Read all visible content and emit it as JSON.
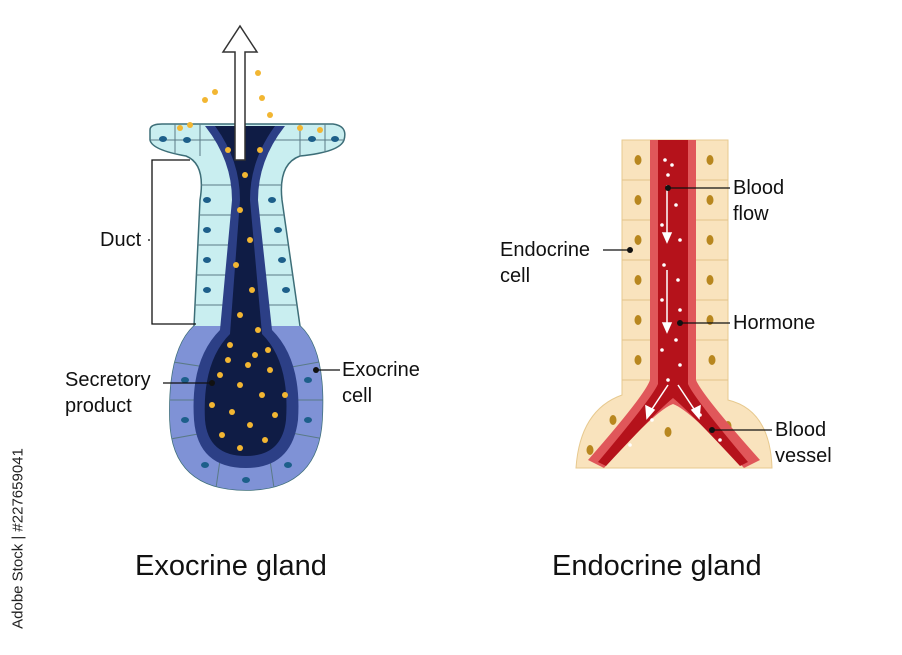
{
  "watermark": "Adobe Stock | #227659041",
  "exocrine": {
    "title": "Exocrine gland",
    "labels": {
      "duct": "Duct",
      "secretory_1": "Secretory",
      "secretory_2": "product",
      "cell_1": "Exocrine",
      "cell_2": "cell"
    }
  },
  "endocrine": {
    "title": "Endocrine gland",
    "labels": {
      "cell_1": "Endocrine",
      "cell_2": "cell",
      "flow_1": "Blood",
      "flow_2": "flow",
      "hormone": "Hormone",
      "vessel_1": "Blood",
      "vessel_2": "vessel"
    }
  },
  "colors": {
    "duct_cells": "#c9eef0",
    "secretory_cells": "#7f92d6",
    "lumen": "#0f1c45",
    "granules": "#f2b632",
    "endocrine_cells": "#f9e3bd",
    "blood": "#b5121b"
  }
}
